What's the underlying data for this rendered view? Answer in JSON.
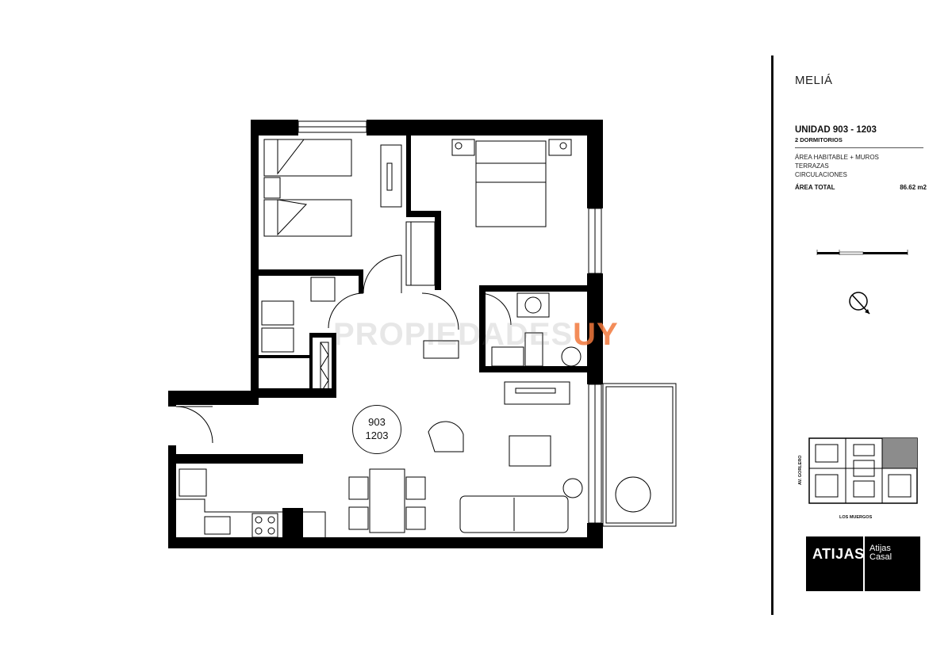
{
  "project": {
    "name": "MELIÁ"
  },
  "unit": {
    "title": "UNIDAD 903 - 1203",
    "subtitle": "2 DORMITORIOS",
    "areas": [
      "ÁREA HABITABLE + MUROS",
      "TERRAZAS",
      "CIRCULACIONES"
    ],
    "total_label": "ÁREA TOTAL",
    "total_value": "86.62 m2"
  },
  "plan": {
    "badge_line1": "903",
    "badge_line2": "1203"
  },
  "keyplan": {
    "street_bottom": "LOS MUERGOS",
    "street_side": "AV. GORLERO"
  },
  "logo": {
    "main": "ATIJAS",
    "sub_line1": "Atijas",
    "sub_line2": "Casal"
  },
  "watermark": {
    "part1": "PROPIEDADES",
    "part2": "UY"
  },
  "colors": {
    "wall": "#000000",
    "accent": "#f1783c",
    "keyplan_highlight": "#8c8c8c"
  }
}
